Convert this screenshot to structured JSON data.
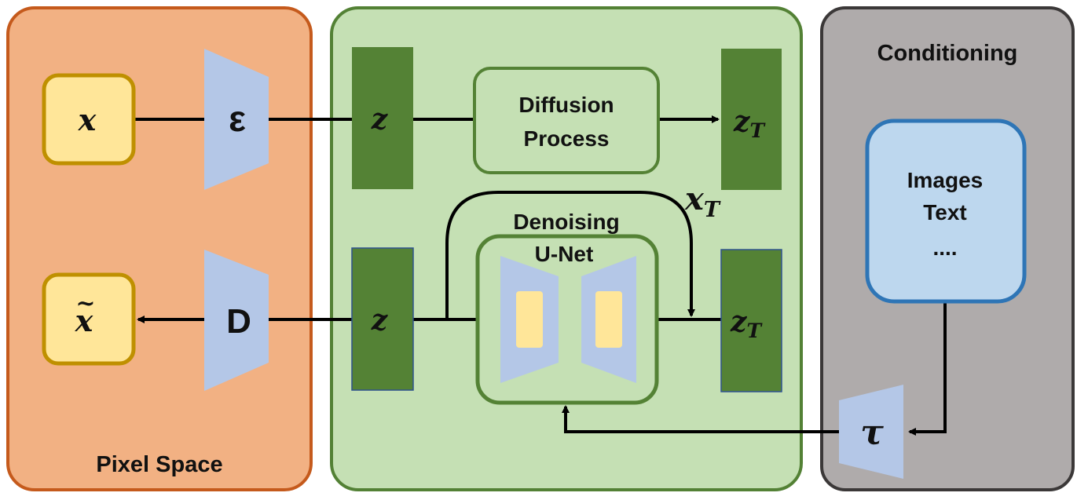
{
  "panels": {
    "pixel_space": {
      "title": "Pixel Space"
    },
    "latent_space": {
      "title": ""
    },
    "conditioning": {
      "title": "Conditioning"
    }
  },
  "pixel": {
    "input_symbol": "x",
    "output_symbol": "x",
    "output_accent": "~",
    "encoder_symbol": "ε",
    "decoder_symbol": "D"
  },
  "latent": {
    "z_symbol": "z",
    "zT_base": "z",
    "zT_sub": "T",
    "xT_base": "x",
    "xT_sub": "T",
    "diffusion_line1": "Diffusion",
    "diffusion_line2": "Process",
    "denoising_line1": "Denoising",
    "denoising_line2": "U-Net"
  },
  "conditioning": {
    "items": [
      "Images",
      "Text",
      "...."
    ],
    "encoder_symbol": "τ"
  },
  "colors": {
    "pixel_fill": "#f2b183",
    "pixel_border": "#c55a1c",
    "latent_fill": "#c5e0b4",
    "latent_border": "#538135",
    "cond_fill": "#afabab",
    "cond_border": "#3b3838",
    "dark_green": "#548235",
    "encoder_blue": "#b4c7e7",
    "input_yellow": "#ffe699",
    "input_border": "#bf9000",
    "cond_box_fill": "#bdd7ee",
    "cond_box_border": "#2e75b6"
  }
}
